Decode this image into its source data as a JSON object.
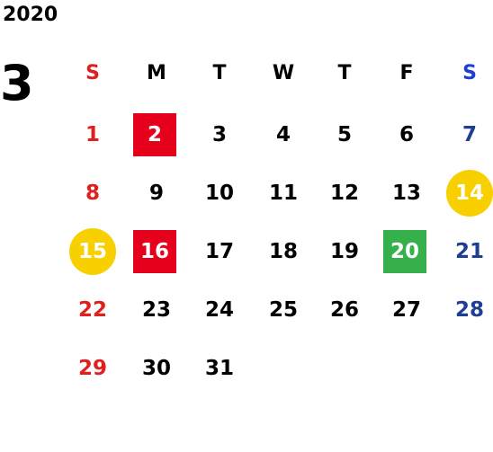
{
  "calendar": {
    "year": "2020",
    "month": "3",
    "weekdays": [
      "S",
      "M",
      "T",
      "W",
      "T",
      "F",
      "S"
    ],
    "weeks": [
      [
        "1",
        "2",
        "3",
        "4",
        "5",
        "6",
        "7"
      ],
      [
        "8",
        "9",
        "10",
        "11",
        "12",
        "13",
        "14"
      ],
      [
        "15",
        "16",
        "17",
        "18",
        "19",
        "20",
        "21"
      ],
      [
        "22",
        "23",
        "24",
        "25",
        "26",
        "27",
        "28"
      ],
      [
        "29",
        "30",
        "31",
        "",
        "",
        "",
        ""
      ]
    ],
    "highlights": {
      "2": "red-square",
      "14": "yellow-circle",
      "15": "yellow-circle",
      "16": "red-square",
      "20": "green-square"
    },
    "colors": {
      "sunday": "#e0201e",
      "saturday": "#1e3f8f",
      "saturday_header": "#1e3fd0",
      "red_square": "#e5001c",
      "green_square": "#36b04a",
      "yellow_circle": "#f8d000"
    }
  }
}
